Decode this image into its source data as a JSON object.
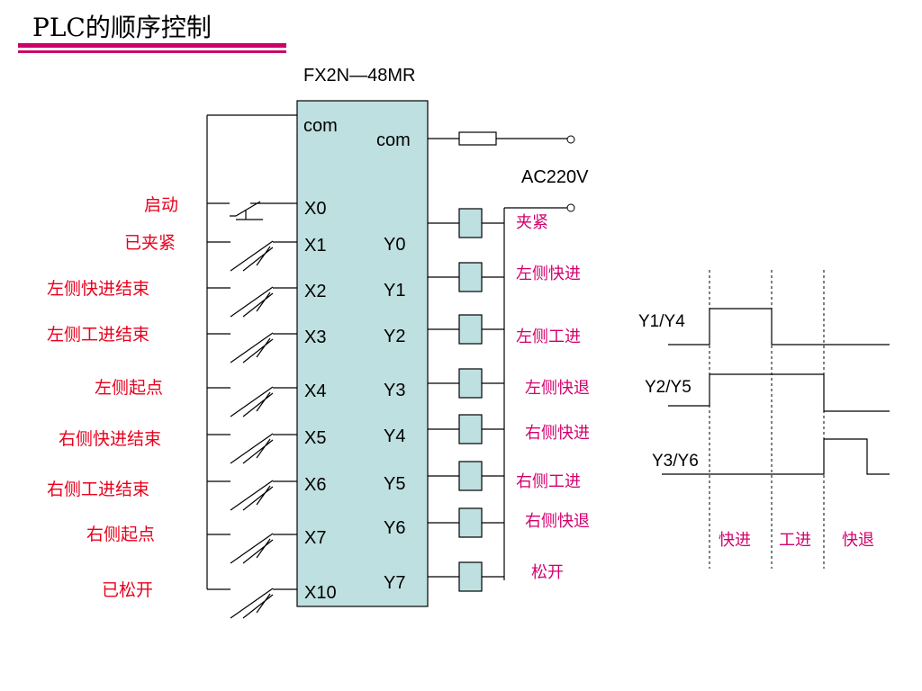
{
  "title": "PLC的顺序控制",
  "colors": {
    "plc_body": "#bfe0e0",
    "input_label": "#e8001c",
    "output_label": "#d4006e",
    "title_bar": "#cc0066"
  },
  "plc": {
    "model": "FX2N—48MR",
    "com_in": "com",
    "com_out": "com",
    "supply": "AC220V"
  },
  "inputs": [
    {
      "terminal": "X0",
      "label": "启动"
    },
    {
      "terminal": "X1",
      "label": "已夹紧"
    },
    {
      "terminal": "X2",
      "label": "左侧快进结束"
    },
    {
      "terminal": "X3",
      "label": "左侧工进结束"
    },
    {
      "terminal": "X4",
      "label": "左侧起点"
    },
    {
      "terminal": "X5",
      "label": "右侧快进结束"
    },
    {
      "terminal": "X6",
      "label": "右侧工进结束"
    },
    {
      "terminal": "X7",
      "label": "右侧起点"
    },
    {
      "terminal": "X10",
      "label": "已松开"
    }
  ],
  "outputs": [
    {
      "terminal": "Y0",
      "label": "夹紧"
    },
    {
      "terminal": "Y1",
      "label": "左侧快进"
    },
    {
      "terminal": "Y2",
      "label": "左侧工进"
    },
    {
      "terminal": "Y3",
      "label": "左侧快退"
    },
    {
      "terminal": "Y4",
      "label": "右侧快进"
    },
    {
      "terminal": "Y5",
      "label": "右侧工进"
    },
    {
      "terminal": "Y6",
      "label": "右侧快退"
    },
    {
      "terminal": "Y7",
      "label": "松开"
    }
  ],
  "timing": {
    "signals": [
      "Y1/Y4",
      "Y2/Y5",
      "Y3/Y6"
    ],
    "phases": [
      "快进",
      "工进",
      "快退"
    ]
  }
}
